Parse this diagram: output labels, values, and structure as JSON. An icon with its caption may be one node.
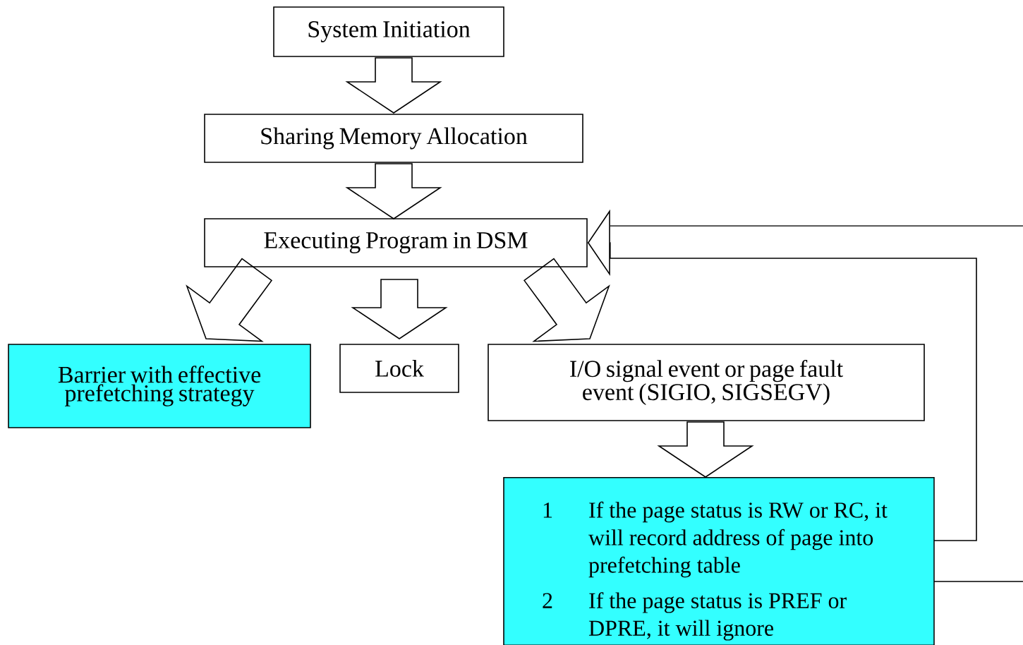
{
  "diagram": {
    "nodes": [
      {
        "text": [
          "System Initiation"
        ]
      },
      {
        "text": [
          "Sharing Memory Allocation"
        ]
      },
      {
        "text": [
          "Executing Program in DSM"
        ]
      },
      {
        "text": [
          "Barrier with effective prefetching strategy"
        ]
      },
      {
        "text": [
          "Lock"
        ]
      },
      {
        "text": [
          "I/O signal event or page fault event (SIGIO, SIGSEGV)"
        ]
      },
      {
        "text": [
          "1",
          "If the page status is RW or RC, it will record address of page into prefetching table",
          "2",
          "If the page status is PREF or DPRE, it  will ignore"
        ]
      }
    ],
    "edges": [
      {
        "from": 0,
        "to": 1,
        "arrow": "to"
      },
      {
        "from": 1,
        "to": 2,
        "arrow": "to"
      },
      {
        "from": 2,
        "to": 3,
        "arrow": "to"
      },
      {
        "from": 2,
        "to": 4,
        "arrow": "to"
      },
      {
        "from": 2,
        "to": 5,
        "arrow": "to"
      },
      {
        "from": 5,
        "to": 6,
        "arrow": "to"
      },
      {
        "from": 6,
        "to": 2,
        "arrow": "to"
      }
    ]
  }
}
